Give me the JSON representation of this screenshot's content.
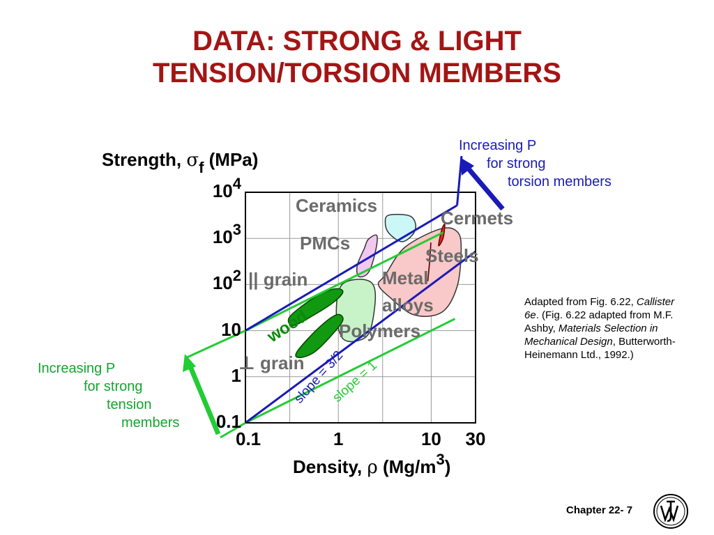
{
  "slide": {
    "title_line1": "DATA:  STRONG & LIGHT",
    "title_line2": "TENSION/TORSION MEMBERS",
    "note": {
      "p1": "Adapted from Fig. 6.22, ",
      "p2": "Callister 6e",
      "p3": ".  (Fig. 6.22 adapted from M.F. Ashby, ",
      "p4": "Materials Selection in Mechanical Design",
      "p5": ", Butterworth-Heinemann Ltd., 1992.)"
    },
    "footer": "Chapter 22- 7",
    "logo": "wiley-logo",
    "colors": {
      "title": "#a31515",
      "blue": "#1a1ab8",
      "green": "#14a52e"
    }
  },
  "chart_data": {
    "type": "scatter",
    "xlabel": {
      "prefix": "Density, ",
      "symbol": "ρ",
      "unit_open": " (Mg/m",
      "unit_sup": "3",
      "unit_close": ")"
    },
    "ylabel": {
      "prefix": "Strength, ",
      "symbol": "σ",
      "sub": "f",
      "unit": " (MPa)"
    },
    "x_scale": "log",
    "y_scale": "log",
    "xlim": [
      0.1,
      30
    ],
    "ylim": [
      0.1,
      10000
    ],
    "x_ticks": [
      {
        "value": 0.1,
        "label": "0.1"
      },
      {
        "value": 1,
        "label": "1"
      },
      {
        "value": 10,
        "label": "10"
      },
      {
        "value": 30,
        "label": "30"
      }
    ],
    "y_ticks": [
      {
        "value": 0.1,
        "base": "0.1",
        "exp": ""
      },
      {
        "value": 1,
        "base": "1",
        "exp": ""
      },
      {
        "value": 10,
        "base": "10",
        "exp": ""
      },
      {
        "value": 100,
        "base": "10",
        "exp": "2"
      },
      {
        "value": 1000,
        "base": "10",
        "exp": "3"
      },
      {
        "value": 10000,
        "base": "10",
        "exp": "4"
      }
    ],
    "x_gridlines": [
      0.3,
      1,
      3,
      10
    ],
    "y_gridlines": [
      1,
      10,
      100,
      1000
    ],
    "regions": [
      {
        "name": "Ceramics",
        "label": "Ceramics",
        "fill": "#ccf7f7",
        "stroke": "#333333",
        "points": [
          [
            3.5,
            3200
          ],
          [
            5.8,
            3100
          ],
          [
            6.8,
            2000
          ],
          [
            6.3,
            1200
          ],
          [
            4.8,
            850
          ],
          [
            3.5,
            1300
          ],
          [
            3.2,
            2200
          ]
        ]
      },
      {
        "name": "PMCs",
        "label": "PMCs",
        "fill": "#f2c8f0",
        "stroke": "#333333",
        "points": [
          [
            2.1,
            950
          ],
          [
            2.6,
            1150
          ],
          [
            2.5,
            500
          ],
          [
            2.1,
            180
          ],
          [
            1.65,
            150
          ],
          [
            1.6,
            260
          ],
          [
            1.9,
            600
          ]
        ]
      },
      {
        "name": "Metal alloys",
        "label": "Metal\nalloys",
        "fill": "#f9c8c8",
        "stroke": "#333333",
        "points": [
          [
            3.2,
            160
          ],
          [
            5.2,
            640
          ],
          [
            12.5,
            1600
          ],
          [
            19,
            1400
          ],
          [
            21,
            600
          ],
          [
            19,
            90
          ],
          [
            13,
            25
          ],
          [
            6.5,
            22
          ],
          [
            3.5,
            55
          ],
          [
            2.7,
            100
          ]
        ]
      },
      {
        "name": "Polymers",
        "label": "Polymers",
        "fill": "#c8f2c8",
        "stroke": "#333333",
        "points": [
          [
            1.1,
            100
          ],
          [
            2.0,
            125
          ],
          [
            2.5,
            65
          ],
          [
            2.2,
            10
          ],
          [
            1.6,
            6
          ],
          [
            1.1,
            7
          ],
          [
            0.95,
            25
          ]
        ]
      },
      {
        "name": "wood-parallel-grain",
        "label": "|| grain",
        "fill": "#119911",
        "stroke": "#004400",
        "points": [
          [
            0.3,
            20
          ],
          [
            0.55,
            52
          ],
          [
            0.9,
            80
          ],
          [
            1.12,
            70
          ],
          [
            0.9,
            42
          ],
          [
            0.55,
            22
          ],
          [
            0.33,
            13
          ]
        ]
      },
      {
        "name": "wood-perpendicular-grain",
        "label": "⊥ grain",
        "fill": "#119911",
        "stroke": "#004400",
        "points": [
          [
            0.36,
            3.5
          ],
          [
            0.6,
            11
          ],
          [
            0.95,
            22
          ],
          [
            1.12,
            17
          ],
          [
            0.85,
            8
          ],
          [
            0.55,
            3.4
          ],
          [
            0.38,
            2.6
          ]
        ]
      },
      {
        "name": "Cermets",
        "label": "Cermets",
        "fill": "#ee2222",
        "stroke": "#660000",
        "points": [
          [
            12,
            700
          ],
          [
            13,
            1550
          ],
          [
            14,
            2000
          ],
          [
            13.4,
            1000
          ]
        ]
      },
      {
        "name": "Steels",
        "label": "Steels",
        "fill": "#7a0000",
        "stroke": "#550000",
        "points": [
          [
            9.2,
            120
          ],
          [
            9.6,
            300
          ],
          [
            9.9,
            800
          ],
          [
            9.6,
            320
          ]
        ]
      }
    ],
    "wood_label": "wood",
    "lines": [
      {
        "name": "slope-1-upper",
        "slope": 1,
        "color": "#22cc33",
        "points": [
          [
            0.1,
            10
          ],
          [
            13.5,
            1350
          ]
        ]
      },
      {
        "name": "slope-1-lower",
        "slope": 1,
        "color": "#22cc33",
        "points": [
          [
            0.1,
            0.1
          ],
          [
            18,
            18
          ]
        ]
      },
      {
        "name": "slope-1.5-upper",
        "slope": 1.5,
        "color": "#1a1ab8",
        "points": [
          [
            0.1,
            10
          ],
          [
            19,
            5200
          ]
        ]
      },
      {
        "name": "slope-1.5-lower",
        "slope": 1.5,
        "color": "#1a1ab8",
        "points": [
          [
            0.1,
            0.1
          ],
          [
            30,
            519
          ]
        ]
      }
    ],
    "slope_labels": {
      "s15": "slope = 3/2",
      "s1": "slope = 1"
    },
    "annotations": {
      "torsion": [
        "Increasing P",
        "for strong",
        "torsion members"
      ],
      "tension": [
        "Increasing P",
        "for strong",
        "tension",
        "members"
      ]
    },
    "grid": true
  }
}
